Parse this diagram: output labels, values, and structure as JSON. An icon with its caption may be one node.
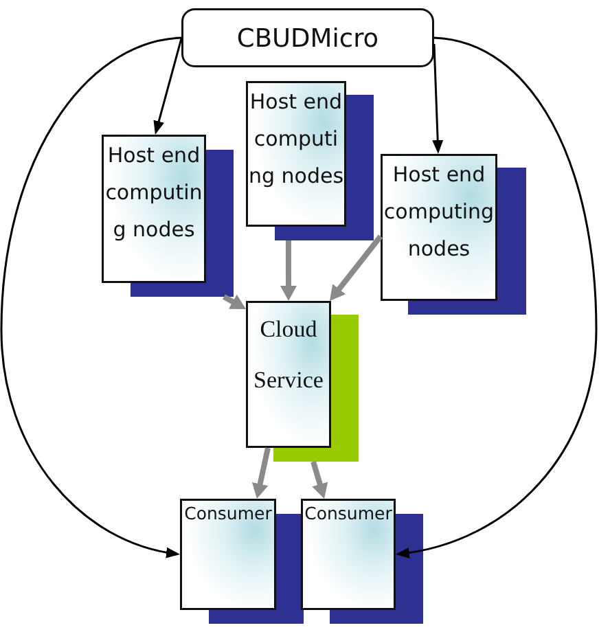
{
  "diagram": {
    "nodes": [
      {
        "text": [
          "CBUDMicro"
        ]
      },
      {
        "text": [
          "Host end computing nodes"
        ]
      },
      {
        "text": [
          "Host end computing nodes"
        ]
      },
      {
        "text": [
          "Host end computing nodes"
        ]
      },
      {
        "text": [
          "Cloud Service"
        ]
      },
      {
        "text": [
          "Consumer"
        ]
      },
      {
        "text": [
          "Consumer"
        ]
      }
    ],
    "edges": [
      {
        "from": 0,
        "to": 1,
        "arrow": "to",
        "color": "#000000"
      },
      {
        "from": 0,
        "to": 3,
        "arrow": "to",
        "color": "#000000"
      },
      {
        "from": 0,
        "to": 5,
        "arrow": "to",
        "color": "#000000"
      },
      {
        "from": 0,
        "to": 6,
        "arrow": "to",
        "color": "#000000"
      },
      {
        "from": 1,
        "to": 4,
        "arrow": "to"
      },
      {
        "from": 2,
        "to": 4,
        "arrow": "to"
      },
      {
        "from": 3,
        "to": 4,
        "arrow": "to"
      },
      {
        "from": 4,
        "to": 5,
        "arrow": "to"
      },
      {
        "from": 4,
        "to": 6,
        "arrow": "to"
      }
    ]
  }
}
